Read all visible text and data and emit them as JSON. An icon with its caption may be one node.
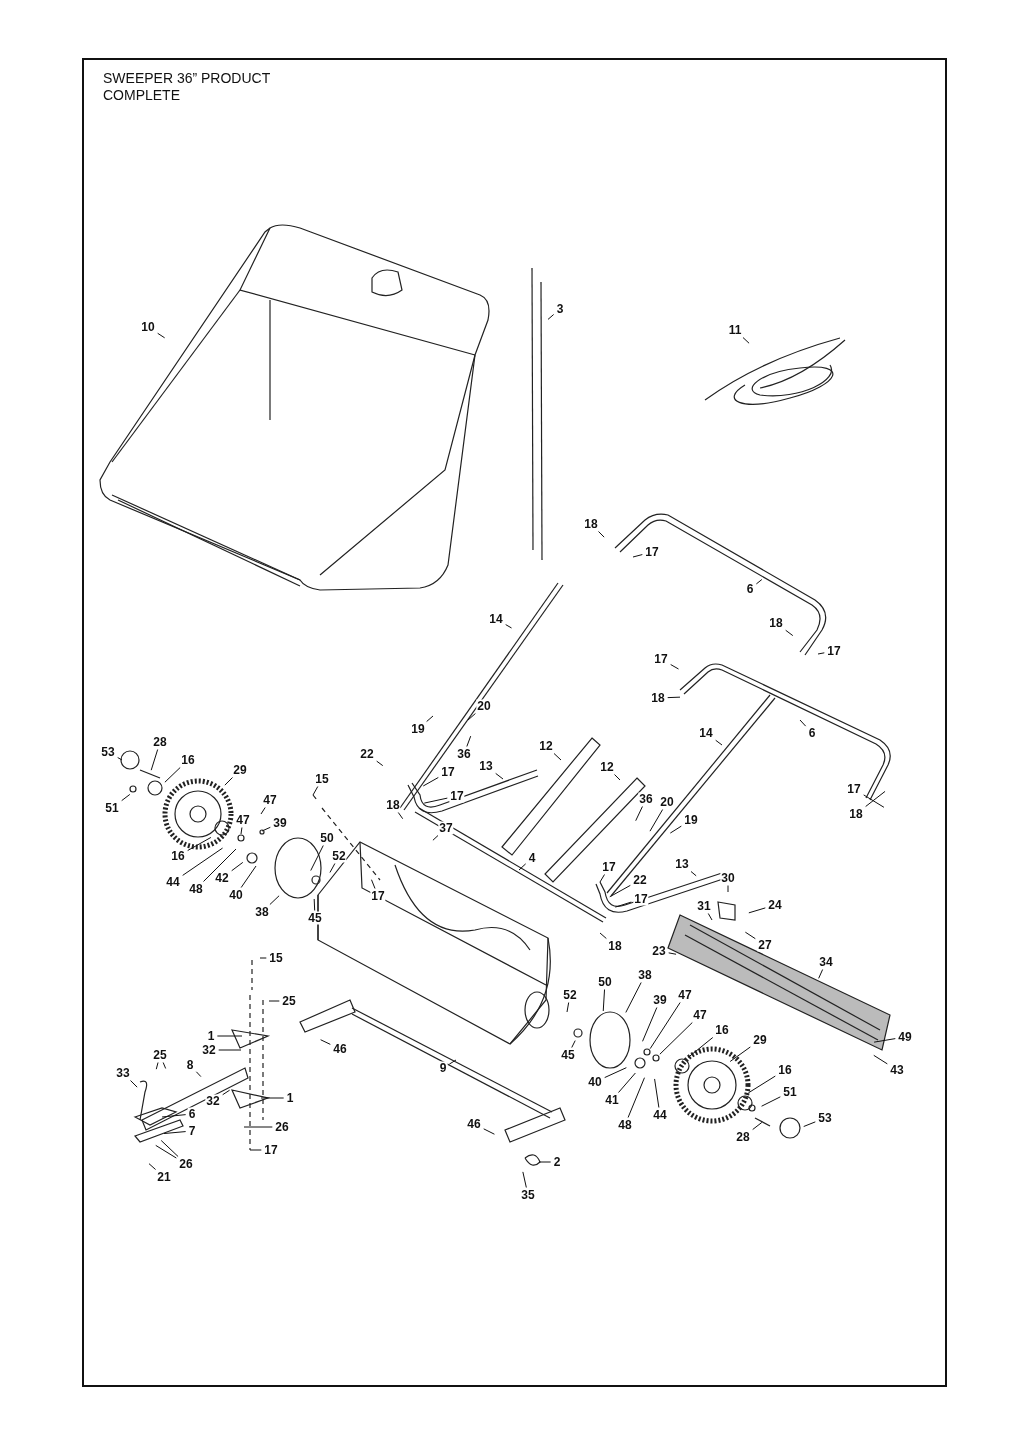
{
  "diagram": {
    "title": "SWEEPER 36” PRODUCT COMPLETE",
    "nodes": [
      {
        "text": [
          "10"
        ]
      },
      {
        "text": [
          "3"
        ]
      },
      {
        "text": [
          "11"
        ]
      },
      {
        "text": [
          "18"
        ]
      },
      {
        "text": [
          "17"
        ]
      },
      {
        "text": [
          "6"
        ]
      },
      {
        "text": [
          "18"
        ]
      },
      {
        "text": [
          "17"
        ]
      },
      {
        "text": [
          "14"
        ]
      },
      {
        "text": [
          "17"
        ]
      },
      {
        "text": [
          "18"
        ]
      },
      {
        "text": [
          "14"
        ]
      },
      {
        "text": [
          "6"
        ]
      },
      {
        "text": [
          "20"
        ]
      },
      {
        "text": [
          "19"
        ]
      },
      {
        "text": [
          "36"
        ]
      },
      {
        "text": [
          "53"
        ]
      },
      {
        "text": [
          "28"
        ]
      },
      {
        "text": [
          "16"
        ]
      },
      {
        "text": [
          "29"
        ]
      },
      {
        "text": [
          "51"
        ]
      },
      {
        "text": [
          "22"
        ]
      },
      {
        "text": [
          "12"
        ]
      },
      {
        "text": [
          "12"
        ]
      },
      {
        "text": [
          "13"
        ]
      },
      {
        "text": [
          "17"
        ]
      },
      {
        "text": [
          "17"
        ]
      },
      {
        "text": [
          "18"
        ]
      },
      {
        "text": [
          "15"
        ]
      },
      {
        "text": [
          "47"
        ]
      },
      {
        "text": [
          "47"
        ]
      },
      {
        "text": [
          "39"
        ]
      },
      {
        "text": [
          "16"
        ]
      },
      {
        "text": [
          "44"
        ]
      },
      {
        "text": [
          "48"
        ]
      },
      {
        "text": [
          "42"
        ]
      },
      {
        "text": [
          "40"
        ]
      },
      {
        "text": [
          "38"
        ]
      },
      {
        "text": [
          "50"
        ]
      },
      {
        "text": [
          "52"
        ]
      },
      {
        "text": [
          "45"
        ]
      },
      {
        "text": [
          "17"
        ]
      },
      {
        "text": [
          "37"
        ]
      },
      {
        "text": [
          "36"
        ]
      },
      {
        "text": [
          "20"
        ]
      },
      {
        "text": [
          "19"
        ]
      },
      {
        "text": [
          "17"
        ]
      },
      {
        "text": [
          "18"
        ]
      },
      {
        "text": [
          "4"
        ]
      },
      {
        "text": [
          "17"
        ]
      },
      {
        "text": [
          "22"
        ]
      },
      {
        "text": [
          "17"
        ]
      },
      {
        "text": [
          "13"
        ]
      },
      {
        "text": [
          "18"
        ]
      },
      {
        "text": [
          "30"
        ]
      },
      {
        "text": [
          "31"
        ]
      },
      {
        "text": [
          "24"
        ]
      },
      {
        "text": [
          "27"
        ]
      },
      {
        "text": [
          "23"
        ]
      },
      {
        "text": [
          "34"
        ]
      },
      {
        "text": [
          "49"
        ]
      },
      {
        "text": [
          "43"
        ]
      },
      {
        "text": [
          "15"
        ]
      },
      {
        "text": [
          "25"
        ]
      },
      {
        "text": [
          "1"
        ]
      },
      {
        "text": [
          "32"
        ]
      },
      {
        "text": [
          "25"
        ]
      },
      {
        "text": [
          "8"
        ]
      },
      {
        "text": [
          "33"
        ]
      },
      {
        "text": [
          "32"
        ]
      },
      {
        "text": [
          "1"
        ]
      },
      {
        "text": [
          "6"
        ]
      },
      {
        "text": [
          "7"
        ]
      },
      {
        "text": [
          "26"
        ]
      },
      {
        "text": [
          "26"
        ]
      },
      {
        "text": [
          "21"
        ]
      },
      {
        "text": [
          "17"
        ]
      },
      {
        "text": [
          "46"
        ]
      },
      {
        "text": [
          "9"
        ]
      },
      {
        "text": [
          "46"
        ]
      },
      {
        "text": [
          "2"
        ]
      },
      {
        "text": [
          "35"
        ]
      },
      {
        "text": [
          "52"
        ]
      },
      {
        "text": [
          "50"
        ]
      },
      {
        "text": [
          "38"
        ]
      },
      {
        "text": [
          "45"
        ]
      },
      {
        "text": [
          "39"
        ]
      },
      {
        "text": [
          "47"
        ]
      },
      {
        "text": [
          "47"
        ]
      },
      {
        "text": [
          "16"
        ]
      },
      {
        "text": [
          "29"
        ]
      },
      {
        "text": [
          "40"
        ]
      },
      {
        "text": [
          "41"
        ]
      },
      {
        "text": [
          "48"
        ]
      },
      {
        "text": [
          "44"
        ]
      },
      {
        "text": [
          "16"
        ]
      },
      {
        "text": [
          "51"
        ]
      },
      {
        "text": [
          "53"
        ]
      },
      {
        "text": [
          "28"
        ]
      }
    ],
    "edges": [
      {
        "from": 0,
        "to": null,
        "arrow": "none"
      },
      {
        "from": 1,
        "to": null,
        "arrow": "none"
      },
      {
        "from": 2,
        "to": null,
        "arrow": "none"
      },
      {
        "from": 3,
        "to": null,
        "arrow": "none"
      },
      {
        "from": 4,
        "to": null,
        "arrow": "none"
      },
      {
        "from": 5,
        "to": null,
        "arrow": "none"
      },
      {
        "from": 6,
        "to": null,
        "arrow": "none"
      },
      {
        "from": 7,
        "to": null,
        "arrow": "none"
      },
      {
        "from": 8,
        "to": null,
        "arrow": "none"
      },
      {
        "from": 9,
        "to": null,
        "arrow": "none"
      },
      {
        "from": 10,
        "to": null,
        "arrow": "none"
      },
      {
        "from": 11,
        "to": null,
        "arrow": "none"
      },
      {
        "from": 12,
        "to": null,
        "arrow": "none"
      },
      {
        "from": 13,
        "to": null,
        "arrow": "none"
      },
      {
        "from": 14,
        "to": null,
        "arrow": "none"
      },
      {
        "from": 15,
        "to": null,
        "arrow": "none"
      },
      {
        "from": 16,
        "to": null,
        "arrow": "none"
      },
      {
        "from": 17,
        "to": null,
        "arrow": "none"
      },
      {
        "from": 18,
        "to": null,
        "arrow": "none"
      },
      {
        "from": 19,
        "to": null,
        "arrow": "none"
      },
      {
        "from": 20,
        "to": null,
        "arrow": "none"
      },
      {
        "from": 21,
        "to": null,
        "arrow": "none"
      },
      {
        "from": 22,
        "to": null,
        "arrow": "none"
      },
      {
        "from": 23,
        "to": null,
        "arrow": "none"
      },
      {
        "from": 24,
        "to": null,
        "arrow": "none"
      },
      {
        "from": 25,
        "to": null,
        "arrow": "none"
      },
      {
        "from": 26,
        "to": null,
        "arrow": "none"
      },
      {
        "from": 27,
        "to": null,
        "arrow": "none"
      },
      {
        "from": 28,
        "to": null,
        "arrow": "none"
      },
      {
        "from": 29,
        "to": null,
        "arrow": "none"
      },
      {
        "from": 30,
        "to": null,
        "arrow": "none"
      },
      {
        "from": 31,
        "to": null,
        "arrow": "none"
      },
      {
        "from": 32,
        "to": null,
        "arrow": "none"
      },
      {
        "from": 33,
        "to": null,
        "arrow": "none"
      },
      {
        "from": 34,
        "to": null,
        "arrow": "none"
      },
      {
        "from": 35,
        "to": null,
        "arrow": "none"
      },
      {
        "from": 36,
        "to": null,
        "arrow": "none"
      },
      {
        "from": 37,
        "to": null,
        "arrow": "none"
      },
      {
        "from": 38,
        "to": null,
        "arrow": "none"
      },
      {
        "from": 39,
        "to": null,
        "arrow": "none"
      },
      {
        "from": 40,
        "to": null,
        "arrow": "none"
      },
      {
        "from": 41,
        "to": null,
        "arrow": "none"
      },
      {
        "from": 42,
        "to": null,
        "arrow": "none"
      },
      {
        "from": 43,
        "to": null,
        "arrow": "none"
      },
      {
        "from": 44,
        "to": null,
        "arrow": "none"
      },
      {
        "from": 45,
        "to": null,
        "arrow": "none"
      },
      {
        "from": 46,
        "to": null,
        "arrow": "none"
      },
      {
        "from": 47,
        "to": null,
        "arrow": "none"
      },
      {
        "from": 48,
        "to": null,
        "arrow": "none"
      },
      {
        "from": 49,
        "to": null,
        "arrow": "none"
      },
      {
        "from": 50,
        "to": null,
        "arrow": "none"
      },
      {
        "from": 51,
        "to": null,
        "arrow": "none"
      },
      {
        "from": 52,
        "to": null,
        "arrow": "none"
      },
      {
        "from": 53,
        "to": null,
        "arrow": "none"
      },
      {
        "from": 54,
        "to": null,
        "arrow": "none"
      },
      {
        "from": 55,
        "to": null,
        "arrow": "none"
      },
      {
        "from": 56,
        "to": null,
        "arrow": "none"
      },
      {
        "from": 57,
        "to": null,
        "arrow": "none"
      },
      {
        "from": 58,
        "to": null,
        "arrow": "none"
      },
      {
        "from": 59,
        "to": null,
        "arrow": "none"
      },
      {
        "from": 60,
        "to": null,
        "arrow": "none"
      },
      {
        "from": 61,
        "to": null,
        "arrow": "none"
      },
      {
        "from": 62,
        "to": null,
        "arrow": "none"
      },
      {
        "from": 63,
        "to": null,
        "arrow": "none"
      },
      {
        "from": 64,
        "to": null,
        "arrow": "none"
      },
      {
        "from": 65,
        "to": null,
        "arrow": "none"
      },
      {
        "from": 66,
        "to": null,
        "arrow": "none"
      },
      {
        "from": 66,
        "to": null,
        "arrow": "none"
      },
      {
        "from": 67,
        "to": null,
        "arrow": "none"
      },
      {
        "from": 68,
        "to": null,
        "arrow": "none"
      },
      {
        "from": 69,
        "to": null,
        "arrow": "none"
      },
      {
        "from": 70,
        "to": null,
        "arrow": "none"
      },
      {
        "from": 71,
        "to": null,
        "arrow": "none"
      },
      {
        "from": 72,
        "to": null,
        "arrow": "none"
      },
      {
        "from": 73,
        "to": null,
        "arrow": "none"
      },
      {
        "from": 74,
        "to": null,
        "arrow": "none"
      },
      {
        "from": 74,
        "to": null,
        "arrow": "none"
      },
      {
        "from": 75,
        "to": null,
        "arrow": "none"
      },
      {
        "from": 76,
        "to": null,
        "arrow": "none"
      },
      {
        "from": 77,
        "to": null,
        "arrow": "none"
      },
      {
        "from": 78,
        "to": null,
        "arrow": "none"
      },
      {
        "from": 79,
        "to": null,
        "arrow": "none"
      },
      {
        "from": 80,
        "to": null,
        "arrow": "none"
      },
      {
        "from": 81,
        "to": null,
        "arrow": "none"
      },
      {
        "from": 82,
        "to": null,
        "arrow": "none"
      },
      {
        "from": 83,
        "to": null,
        "arrow": "none"
      },
      {
        "from": 84,
        "to": null,
        "arrow": "none"
      },
      {
        "from": 85,
        "to": null,
        "arrow": "none"
      },
      {
        "from": 86,
        "to": null,
        "arrow": "none"
      },
      {
        "from": 87,
        "to": null,
        "arrow": "none"
      },
      {
        "from": 88,
        "to": null,
        "arrow": "none"
      },
      {
        "from": 89,
        "to": null,
        "arrow": "none"
      },
      {
        "from": 90,
        "to": null,
        "arrow": "none"
      },
      {
        "from": 91,
        "to": null,
        "arrow": "none"
      },
      {
        "from": 92,
        "to": null,
        "arrow": "none"
      },
      {
        "from": 93,
        "to": null,
        "arrow": "none"
      },
      {
        "from": 94,
        "to": null,
        "arrow": "none"
      },
      {
        "from": 95,
        "to": null,
        "arrow": "none"
      },
      {
        "from": 96,
        "to": null,
        "arrow": "none"
      },
      {
        "from": 97,
        "to": null,
        "arrow": "none"
      },
      {
        "from": 98,
        "to": null,
        "arrow": "none"
      }
    ]
  }
}
